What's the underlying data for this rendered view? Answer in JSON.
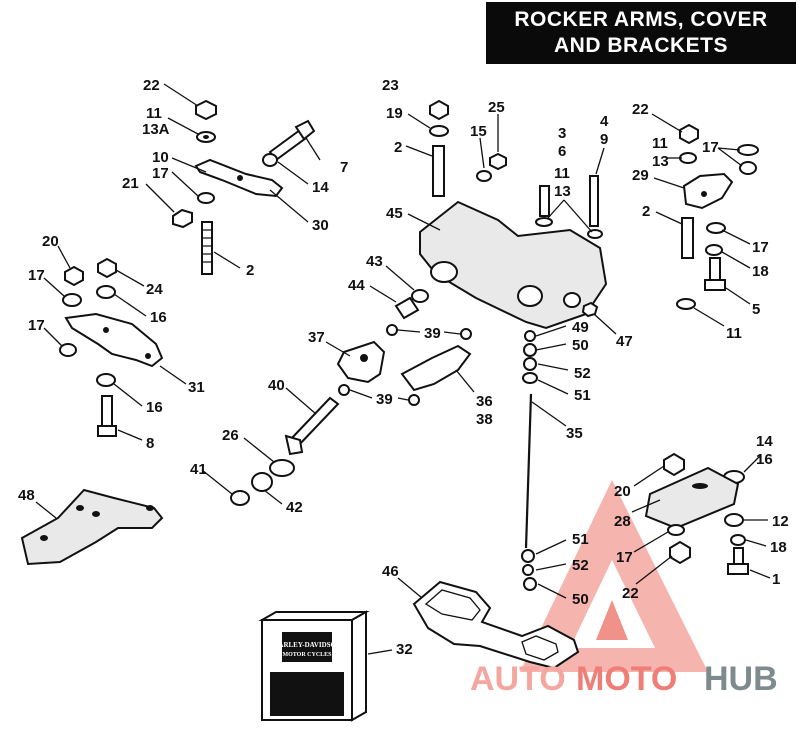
{
  "header": {
    "title_line1": "ROCKER ARMS, COVER",
    "title_line2": "AND BRACKETS"
  },
  "callouts": [
    {
      "id": "c22a",
      "text": "22"
    },
    {
      "id": "c11a",
      "text": "11"
    },
    {
      "id": "c13A",
      "text": "13A"
    },
    {
      "id": "c7",
      "text": "7"
    },
    {
      "id": "c10",
      "text": "10"
    },
    {
      "id": "c17a",
      "text": "17"
    },
    {
      "id": "c21",
      "text": "21"
    },
    {
      "id": "c14a",
      "text": "14"
    },
    {
      "id": "c30",
      "text": "30"
    },
    {
      "id": "c2a",
      "text": "2"
    },
    {
      "id": "c20a",
      "text": "20"
    },
    {
      "id": "c24",
      "text": "24"
    },
    {
      "id": "c17b",
      "text": "17"
    },
    {
      "id": "c16a",
      "text": "16"
    },
    {
      "id": "c17c",
      "text": "17"
    },
    {
      "id": "c31",
      "text": "31"
    },
    {
      "id": "c16b",
      "text": "16"
    },
    {
      "id": "c8",
      "text": "8"
    },
    {
      "id": "c23",
      "text": "23"
    },
    {
      "id": "c19",
      "text": "19"
    },
    {
      "id": "c25",
      "text": "25"
    },
    {
      "id": "c15",
      "text": "15"
    },
    {
      "id": "c2b",
      "text": "2"
    },
    {
      "id": "c3",
      "text": "3"
    },
    {
      "id": "c6",
      "text": "6"
    },
    {
      "id": "c11b",
      "text": "11"
    },
    {
      "id": "c13b",
      "text": "13"
    },
    {
      "id": "c4",
      "text": "4"
    },
    {
      "id": "c9",
      "text": "9"
    },
    {
      "id": "c45",
      "text": "45"
    },
    {
      "id": "c43",
      "text": "43"
    },
    {
      "id": "c44",
      "text": "44"
    },
    {
      "id": "c47",
      "text": "47"
    },
    {
      "id": "c49",
      "text": "49"
    },
    {
      "id": "c50a",
      "text": "50"
    },
    {
      "id": "c52a",
      "text": "52"
    },
    {
      "id": "c51a",
      "text": "51"
    },
    {
      "id": "c37",
      "text": "37"
    },
    {
      "id": "c39a",
      "text": "39"
    },
    {
      "id": "c39b",
      "text": "39"
    },
    {
      "id": "c36",
      "text": "36"
    },
    {
      "id": "c38",
      "text": "38"
    },
    {
      "id": "c40",
      "text": "40"
    },
    {
      "id": "c35",
      "text": "35"
    },
    {
      "id": "c26",
      "text": "26"
    },
    {
      "id": "c41",
      "text": "41"
    },
    {
      "id": "c42",
      "text": "42"
    },
    {
      "id": "c22b",
      "text": "22"
    },
    {
      "id": "c11c",
      "text": "11"
    },
    {
      "id": "c13c",
      "text": "13"
    },
    {
      "id": "c17d",
      "text": "17"
    },
    {
      "id": "c29",
      "text": "29"
    },
    {
      "id": "c2c",
      "text": "2"
    },
    {
      "id": "c17e",
      "text": "17"
    },
    {
      "id": "c18a",
      "text": "18"
    },
    {
      "id": "c5",
      "text": "5"
    },
    {
      "id": "c11d",
      "text": "11"
    },
    {
      "id": "c14b",
      "text": "14"
    },
    {
      "id": "c16c",
      "text": "16"
    },
    {
      "id": "c20b",
      "text": "20"
    },
    {
      "id": "c28",
      "text": "28"
    },
    {
      "id": "c12",
      "text": "12"
    },
    {
      "id": "c18b",
      "text": "18"
    },
    {
      "id": "c17f",
      "text": "17"
    },
    {
      "id": "c22c",
      "text": "22"
    },
    {
      "id": "c1",
      "text": "1"
    },
    {
      "id": "c48",
      "text": "48"
    },
    {
      "id": "c46",
      "text": "46"
    },
    {
      "id": "c51b",
      "text": "51"
    },
    {
      "id": "c52b",
      "text": "52"
    },
    {
      "id": "c50b",
      "text": "50"
    },
    {
      "id": "c32",
      "text": "32"
    }
  ],
  "manual_box": {
    "brand_line1": "HARLEY-DAVIDSON",
    "brand_line2": "MOTOR CYCLES"
  },
  "watermark": {
    "part1": "AUTO",
    "part2": "MOTO",
    "part3": "HUB",
    "color_light": "#f4a7a0",
    "color_mid": "#ef7f76",
    "color_dark": "#7d8a8e"
  }
}
